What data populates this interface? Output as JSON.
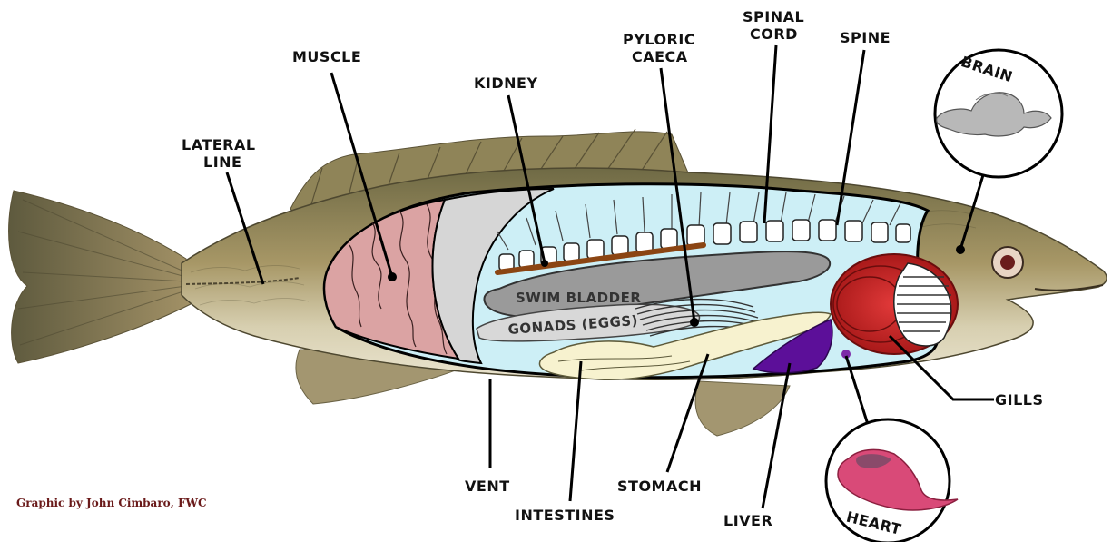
{
  "labels": {
    "muscle": "MUSCLE",
    "kidney": "KIDNEY",
    "pyloric_caeca": [
      "PYLORIC",
      "CAECA"
    ],
    "spinal_cord": [
      "SPINAL",
      "CORD"
    ],
    "spine": "SPINE",
    "brain": "BRAIN",
    "lateral_line": [
      "LATERAL",
      "LINE"
    ],
    "gills": "GILLS",
    "vent": "VENT",
    "intestines": "INTESTINES",
    "stomach": "STOMACH",
    "liver": "LIVER",
    "heart": "HEART",
    "swim_bladder": "SWIM BLADDER",
    "gonads": "GONADS (EGGS)"
  },
  "credit": "Graphic by John Cimbaro, FWC",
  "colors": {
    "fish_body": "#a28f60",
    "cavity": "#cdeff6",
    "muscle": "#dba3a3",
    "swim_bladder": "#9a9a9a",
    "gills": "#cc2222",
    "liver": "#5c0f99",
    "intestines": "#f7f2cf",
    "kidney": "#8b4513",
    "heart": "#d94a78"
  }
}
